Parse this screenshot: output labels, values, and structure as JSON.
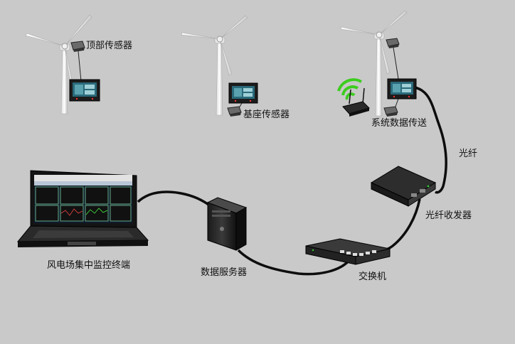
{
  "labels": {
    "top_sensor": "顶部传感器",
    "base_sensor": "基座传感器",
    "system_data_transmission": "系统数据传送",
    "fiber": "光纤",
    "fiber_transceiver": "光纤收发器",
    "switch": "交换机",
    "data_server": "数据服务器",
    "monitoring_terminal": "风电场集中监控终端"
  },
  "colors": {
    "background": "#c9c9c9",
    "cable": "#0d0d0d",
    "wifi": "#3ccd1e",
    "screen": "#2a6a7a"
  }
}
